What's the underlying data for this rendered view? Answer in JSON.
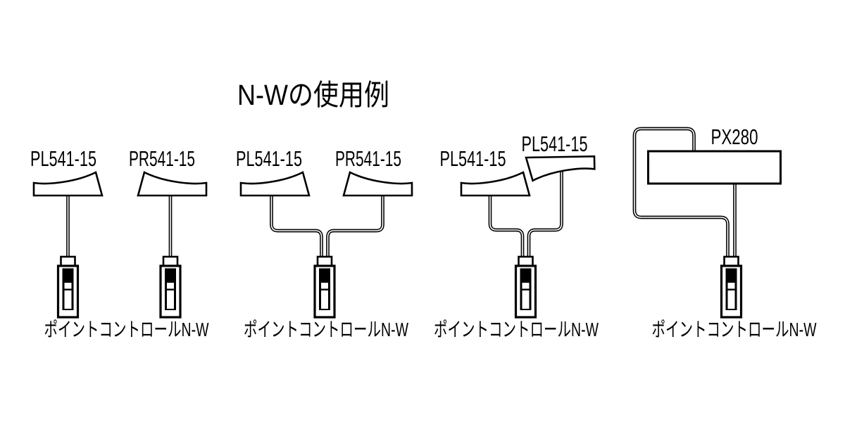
{
  "title": "N-Wの使用例",
  "colors": {
    "line": "#000000",
    "background": "#ffffff"
  },
  "examples": [
    {
      "switch_labels": [
        "PL541-15",
        "PR541-15"
      ],
      "controller_label": "ポイントコントロールN-W"
    },
    {
      "switch_labels": [
        "PL541-15",
        "PR541-15"
      ],
      "controller_label": "ポイントコントロールN-W"
    },
    {
      "switch_labels": [
        "PL541-15",
        "PL541-15"
      ],
      "controller_label": "ポイントコントロールN-W"
    },
    {
      "switch_labels": [
        "PX280"
      ],
      "controller_label": "ポイントコントロールN-W"
    }
  ]
}
